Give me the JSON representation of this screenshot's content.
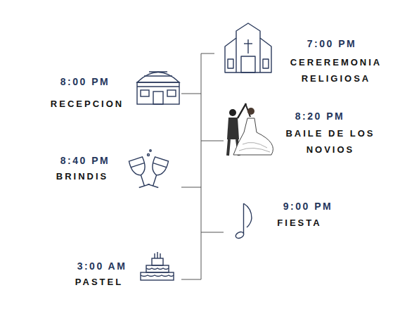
{
  "diagram": {
    "labels": [
      "7:00 PM",
      "CEREREMONIA RELIGIOSA",
      "8:00 PM",
      "RECEPCION",
      "8:20 PM",
      "BAILE DE LOS NOVIOS",
      "8:40 PM",
      "BRINDIS",
      "9:00 PM",
      "FIESTA",
      "3:00 AM",
      "PASTEL"
    ]
  }
}
